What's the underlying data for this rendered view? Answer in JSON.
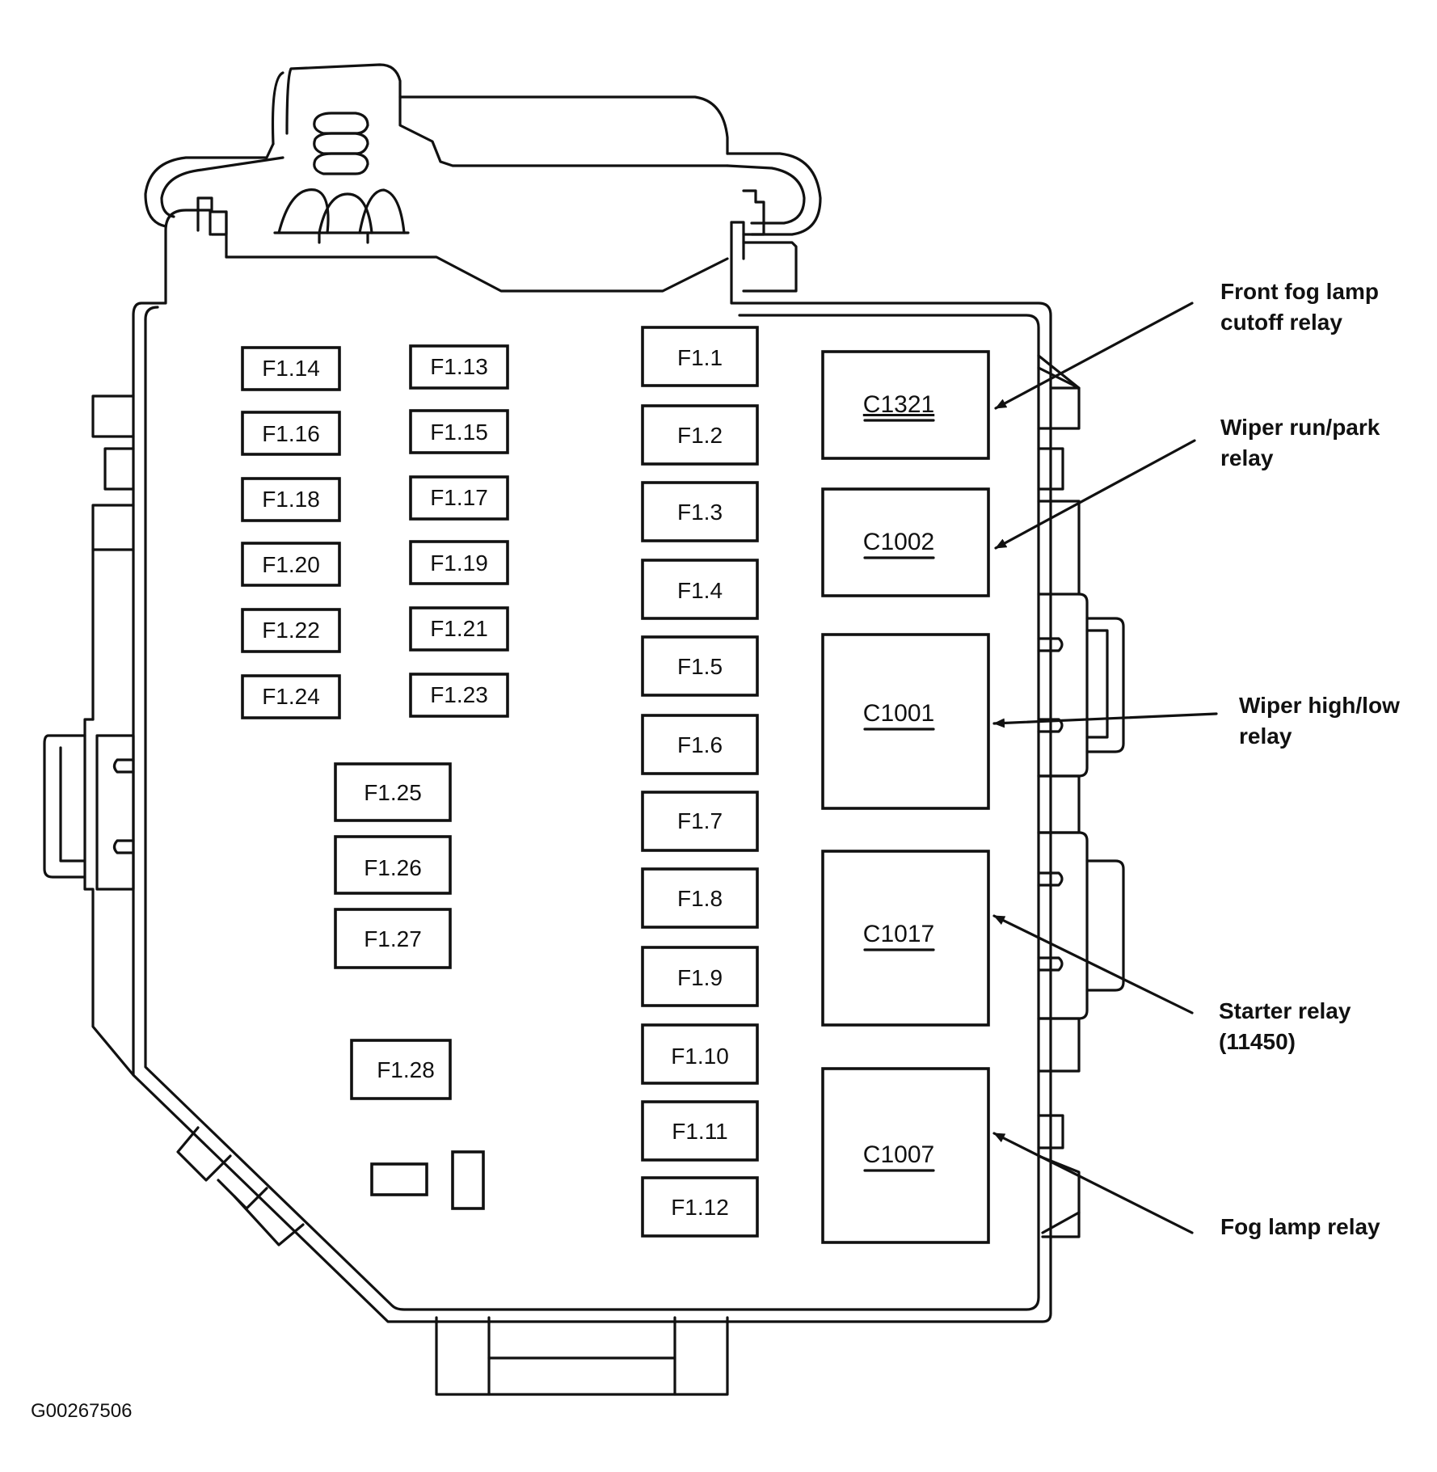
{
  "fuses_left_col": [
    "F1.14",
    "F1.16",
    "F1.18",
    "F1.20",
    "F1.22",
    "F1.24"
  ],
  "fuses_mid_col": [
    "F1.13",
    "F1.15",
    "F1.17",
    "F1.19",
    "F1.21",
    "F1.23"
  ],
  "fuses_lower": [
    "F1.25",
    "F1.26",
    "F1.27",
    "F1.28"
  ],
  "fuses_right_col": [
    "F1.1",
    "F1.2",
    "F1.3",
    "F1.4",
    "F1.5",
    "F1.6",
    "F1.7",
    "F1.8",
    "F1.9",
    "F1.10",
    "F1.11",
    "F1.12"
  ],
  "relays": [
    {
      "connector": "C1321",
      "callout": [
        "Front fog lamp",
        "cutoff relay"
      ]
    },
    {
      "connector": "C1002",
      "callout": [
        "Wiper run/park",
        "relay"
      ]
    },
    {
      "connector": "C1001",
      "callout": [
        "Wiper high/low",
        "relay"
      ]
    },
    {
      "connector": "C1017",
      "callout": [
        "Starter relay",
        "(11450)"
      ]
    },
    {
      "connector": "C1007",
      "callout": [
        "Fog lamp relay"
      ]
    }
  ],
  "figure_id": "G00267506"
}
